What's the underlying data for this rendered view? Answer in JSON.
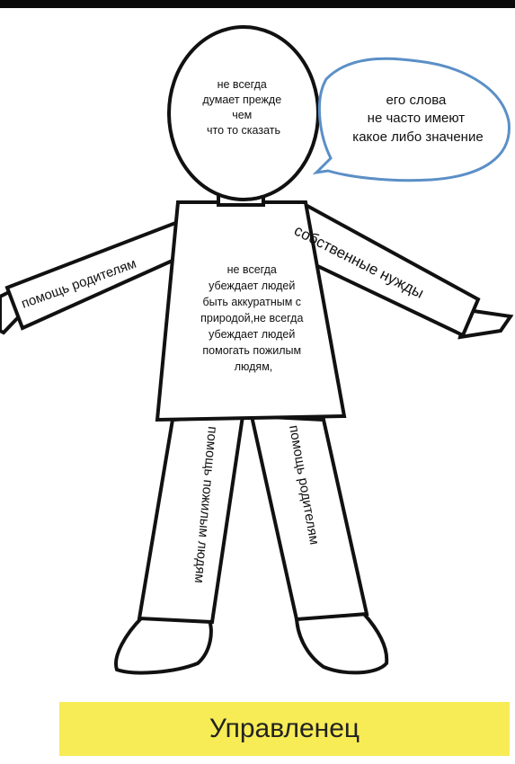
{
  "head_text": [
    "не всегда",
    "думает прежде",
    "чем",
    "что то сказать"
  ],
  "speech_bubble": [
    "его слова",
    "не часто имеют",
    "какое либо значение"
  ],
  "left_arm": "помощь родителям",
  "right_arm": "собственные нужды",
  "torso_text": [
    "не всегда",
    "убеждает людей",
    "быть аккуратным с",
    "природой,не всегда",
    "убеждает людей",
    "помогать пожилым",
    "людям,"
  ],
  "left_leg": "помощь пожилым людям",
  "right_leg": "помощь родителям",
  "role": "Управленец",
  "colors": {
    "bubble": "#5b8fc6",
    "role_bar": "#f7ec55",
    "outline": "#111111"
  }
}
